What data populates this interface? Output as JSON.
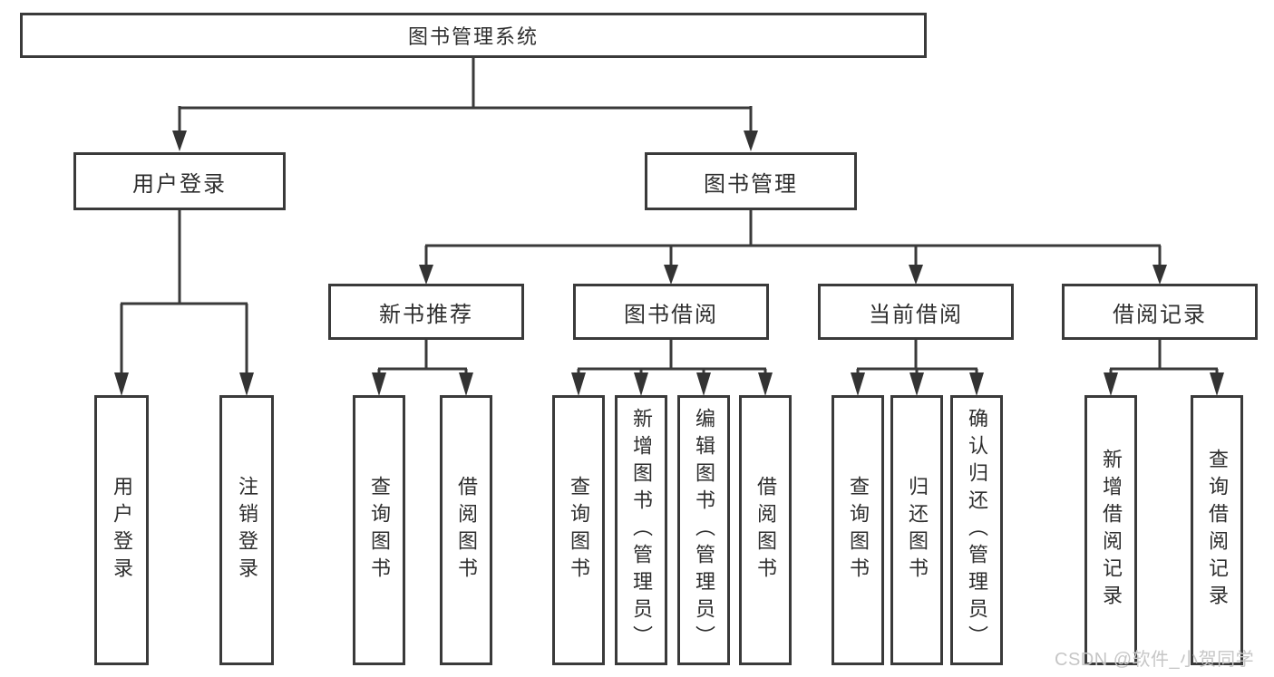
{
  "diagram": {
    "kind": "hierarchy-chart",
    "orientation": "top-down"
  },
  "tree": {
    "root": {
      "label": "图书管理系统",
      "children": [
        {
          "label": "用户登录",
          "children": [
            {
              "label": "用户登录"
            },
            {
              "label": "注销登录"
            }
          ]
        },
        {
          "label": "图书管理",
          "children": [
            {
              "label": "新书推荐",
              "children": [
                {
                  "label": "查询图书"
                },
                {
                  "label": "借阅图书"
                }
              ]
            },
            {
              "label": "图书借阅",
              "children": [
                {
                  "label": "查询图书"
                },
                {
                  "label": "新增图书（管理员）"
                },
                {
                  "label": "编辑图书（管理员）"
                },
                {
                  "label": "借阅图书"
                }
              ]
            },
            {
              "label": "当前借阅",
              "children": [
                {
                  "label": "查询图书"
                },
                {
                  "label": "归还图书"
                },
                {
                  "label": "确认归还（管理员）"
                }
              ]
            },
            {
              "label": "借阅记录",
              "children": [
                {
                  "label": "新增借阅记录"
                },
                {
                  "label": "查询借阅记录"
                }
              ]
            }
          ]
        }
      ]
    }
  },
  "watermark": {
    "text": "CSDN @软件_小贺同学"
  },
  "colors": {
    "line": "#3a3a3a",
    "box_border": "#3a3a3a",
    "text": "#2e2e2e",
    "watermark": "#c6c6c6",
    "background": "#ffffff"
  }
}
